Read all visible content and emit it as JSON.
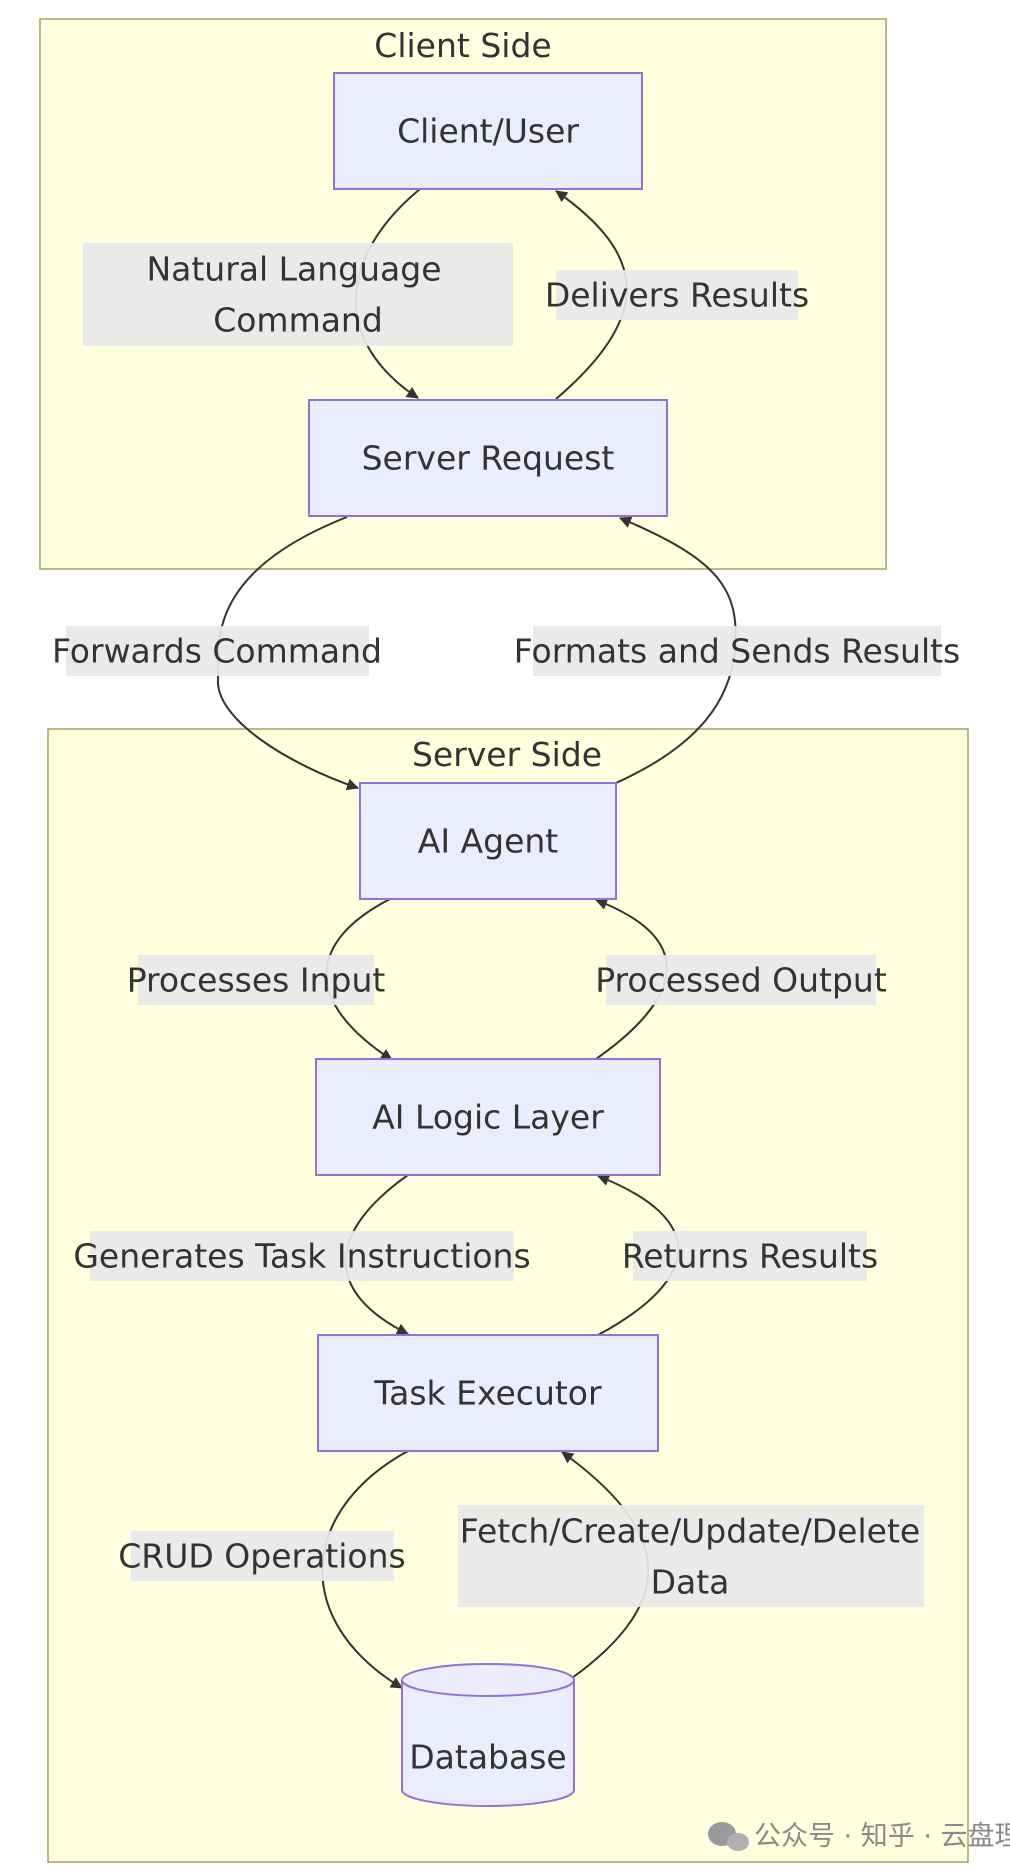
{
  "clusters": {
    "client": {
      "title": "Client Side"
    },
    "server": {
      "title": "Server Side"
    }
  },
  "nodes": {
    "client_user": "Client/User",
    "server_request": "Server Request",
    "ai_agent": "AI Agent",
    "ai_logic": "AI Logic Layer",
    "task_executor": "Task Executor",
    "database": "Database"
  },
  "edges": {
    "natural_language_command": [
      "Natural Language",
      "Command"
    ],
    "delivers_results": "Delivers Results",
    "forwards_command": "Forwards Command",
    "formats_sends_results": "Formats and Sends Results",
    "processes_input": "Processes Input",
    "processed_output": "Processed Output",
    "generates_task_instructions": "Generates Task Instructions",
    "returns_results": "Returns Results",
    "crud_operations": "CRUD Operations",
    "fetch_create_update_delete": [
      "Fetch/Create/Update/Delete",
      "Data"
    ]
  },
  "watermark": {
    "text": "公众号 · 知乎 · 云盘理解",
    "icon": "wechat-icon"
  },
  "colors": {
    "cluster_fill": "#ffffdd",
    "node_fill": "#ececff",
    "node_stroke": "#9370db"
  }
}
